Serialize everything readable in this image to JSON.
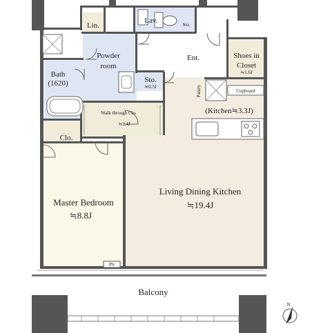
{
  "rooms": {
    "linen": "Lin.",
    "lavatory": "Lav.",
    "storage_lav": "Sto.",
    "powder_room_line1": "Powder",
    "powder_room_line2": "room",
    "entrance": "Ent.",
    "shoes_closet_line1": "Shoes in",
    "shoes_closet_line2": "Closet",
    "shoes_closet_size": "≒1.6J",
    "bath_line1": "Bath",
    "bath_line2": "(1620)",
    "storage_small": "Sto.",
    "storage_small_size": "≒0.5J",
    "pantry": "Pantry",
    "cupboard": "Cupboard",
    "kitchen": "(Kitchen≒3.3J)",
    "walk_through_closet": "Walk through Clo.",
    "walk_through_closet_size": "≒2.4J",
    "closet": "Clo.",
    "master_bedroom": "Master Bedroom",
    "master_bedroom_size": "≒8.8J",
    "ldk": "Living Dining Kitchen",
    "ldk_size": "≒19.4J",
    "pipe_space": "PS",
    "balcony": "Balcony"
  },
  "compass": {
    "label": "N"
  },
  "colors": {
    "bedroom_fill": "#fbf8e8",
    "ldk_fill": "#f4ece0",
    "wet_area_fill": "#dfe6f3",
    "closet_fill": "#f1ebda",
    "wall": "#555555"
  }
}
